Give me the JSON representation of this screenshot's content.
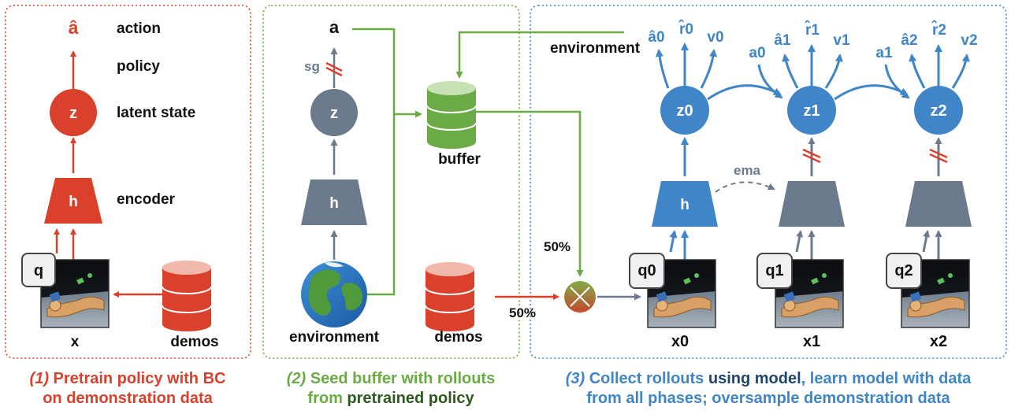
{
  "colors": {
    "red": "#d9412d",
    "green": "#6aab45",
    "dark_green": "#2f5a1f",
    "blue": "#3f85c7",
    "navy": "#20466f",
    "gray": "#6b7a8c",
    "black": "#111111"
  },
  "panel1": {
    "node_z": "z",
    "node_h": "h",
    "top_symbol": "â",
    "label_action": "action",
    "label_policy": "policy",
    "label_latent": "latent state",
    "label_encoder": "encoder",
    "box_q": "q",
    "label_x": "x",
    "label_demos": "demos",
    "caption_line1": [
      {
        "text": "(1) ",
        "color": "red",
        "italic": true
      },
      {
        "text": "Pretrain policy ",
        "color": "red"
      },
      {
        "text": "with BC",
        "color": "red"
      }
    ],
    "caption_line2": [
      {
        "text": "on demonstration data",
        "color": "red"
      }
    ]
  },
  "panel2": {
    "top_symbol": "a",
    "label_sg": "sg",
    "node_z": "z",
    "node_h": "h",
    "label_buffer": "buffer",
    "label_environment": "environment",
    "label_demos": "demos",
    "caption_line1": [
      {
        "text": "(2) ",
        "color": "green",
        "italic": true
      },
      {
        "text": "Seed buffer with rollouts",
        "color": "green"
      }
    ],
    "caption_line2": [
      {
        "text": "from ",
        "color": "green"
      },
      {
        "text": "pretrained policy",
        "color": "dark_green"
      }
    ]
  },
  "mixer": {
    "pct_top": "50%",
    "pct_bottom": "50%"
  },
  "panel3": {
    "label_environment": "environment",
    "label_ema": "ema",
    "steps": [
      {
        "z": "z0",
        "h": "h",
        "q": "q0",
        "x": "x0",
        "outputs": [
          "â0",
          "r̂0",
          "v0"
        ],
        "action_in": ""
      },
      {
        "z": "z1",
        "h": "",
        "q": "q1",
        "x": "x1",
        "outputs": [
          "â1",
          "r̂1",
          "v1"
        ],
        "action_in": "a0"
      },
      {
        "z": "z2",
        "h": "",
        "q": "q2",
        "x": "x2",
        "outputs": [
          "â2",
          "r̂2",
          "v2"
        ],
        "action_in": "a1"
      }
    ],
    "caption_line1": [
      {
        "text": "(3) ",
        "color": "blue",
        "italic": true
      },
      {
        "text": "Collect rollouts ",
        "color": "blue"
      },
      {
        "text": "using model",
        "color": "navy"
      },
      {
        "text": ", learn model with data",
        "color": "blue"
      }
    ],
    "caption_line2": [
      {
        "text": "from all phases; oversample demonstration data",
        "color": "blue"
      }
    ]
  }
}
